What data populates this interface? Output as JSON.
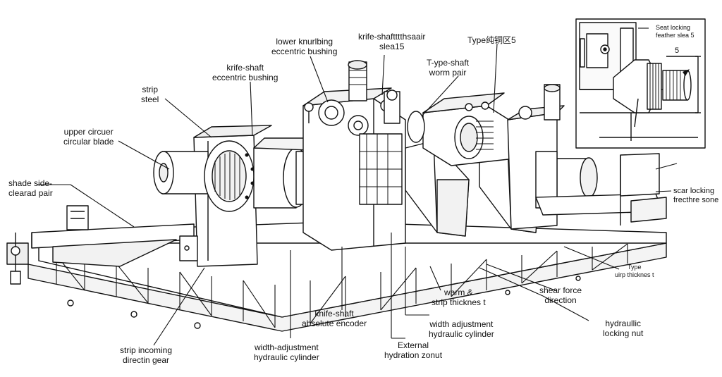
{
  "labels": {
    "lower_knurling": "lower knurlbing\neccentric bushing",
    "knife_shaft_seal": "krife-shaftttthsaair\nslea15",
    "type_top": "Type纯铜区5",
    "t_type_shaft": "T-ype-shaft\nworm pair",
    "knife_shaft_bushing": "krife-shaft\neccentric bushing",
    "strip_steel": "strip\nsteel",
    "upper_circular": "upper circuer\ncircular blade",
    "shade_side": "shade side-\nclearad pair",
    "seat_locking": "Seat locking\nfeather slea 5",
    "inset_five": "5",
    "scar_locking": "scar locking\nfrecthre sone",
    "type_right": "Type\nuirp thicknes t",
    "shear_force": "shear force\ndirection",
    "warm_strip": "warm &\nstrip thicknes t",
    "hydraulic_nut": "hydraullic\nlocking nut",
    "width_adj_right": "width adjustment\nhydraulic cylinder",
    "knife_encoder": "knife-shaft\nabsolute encoder",
    "external_hydration": "External\nhydration zonut",
    "width_adj_left": "width-adjustment\nhydraulic cylinder",
    "strip_incoming": "strip incoming\ndirectin gear"
  }
}
